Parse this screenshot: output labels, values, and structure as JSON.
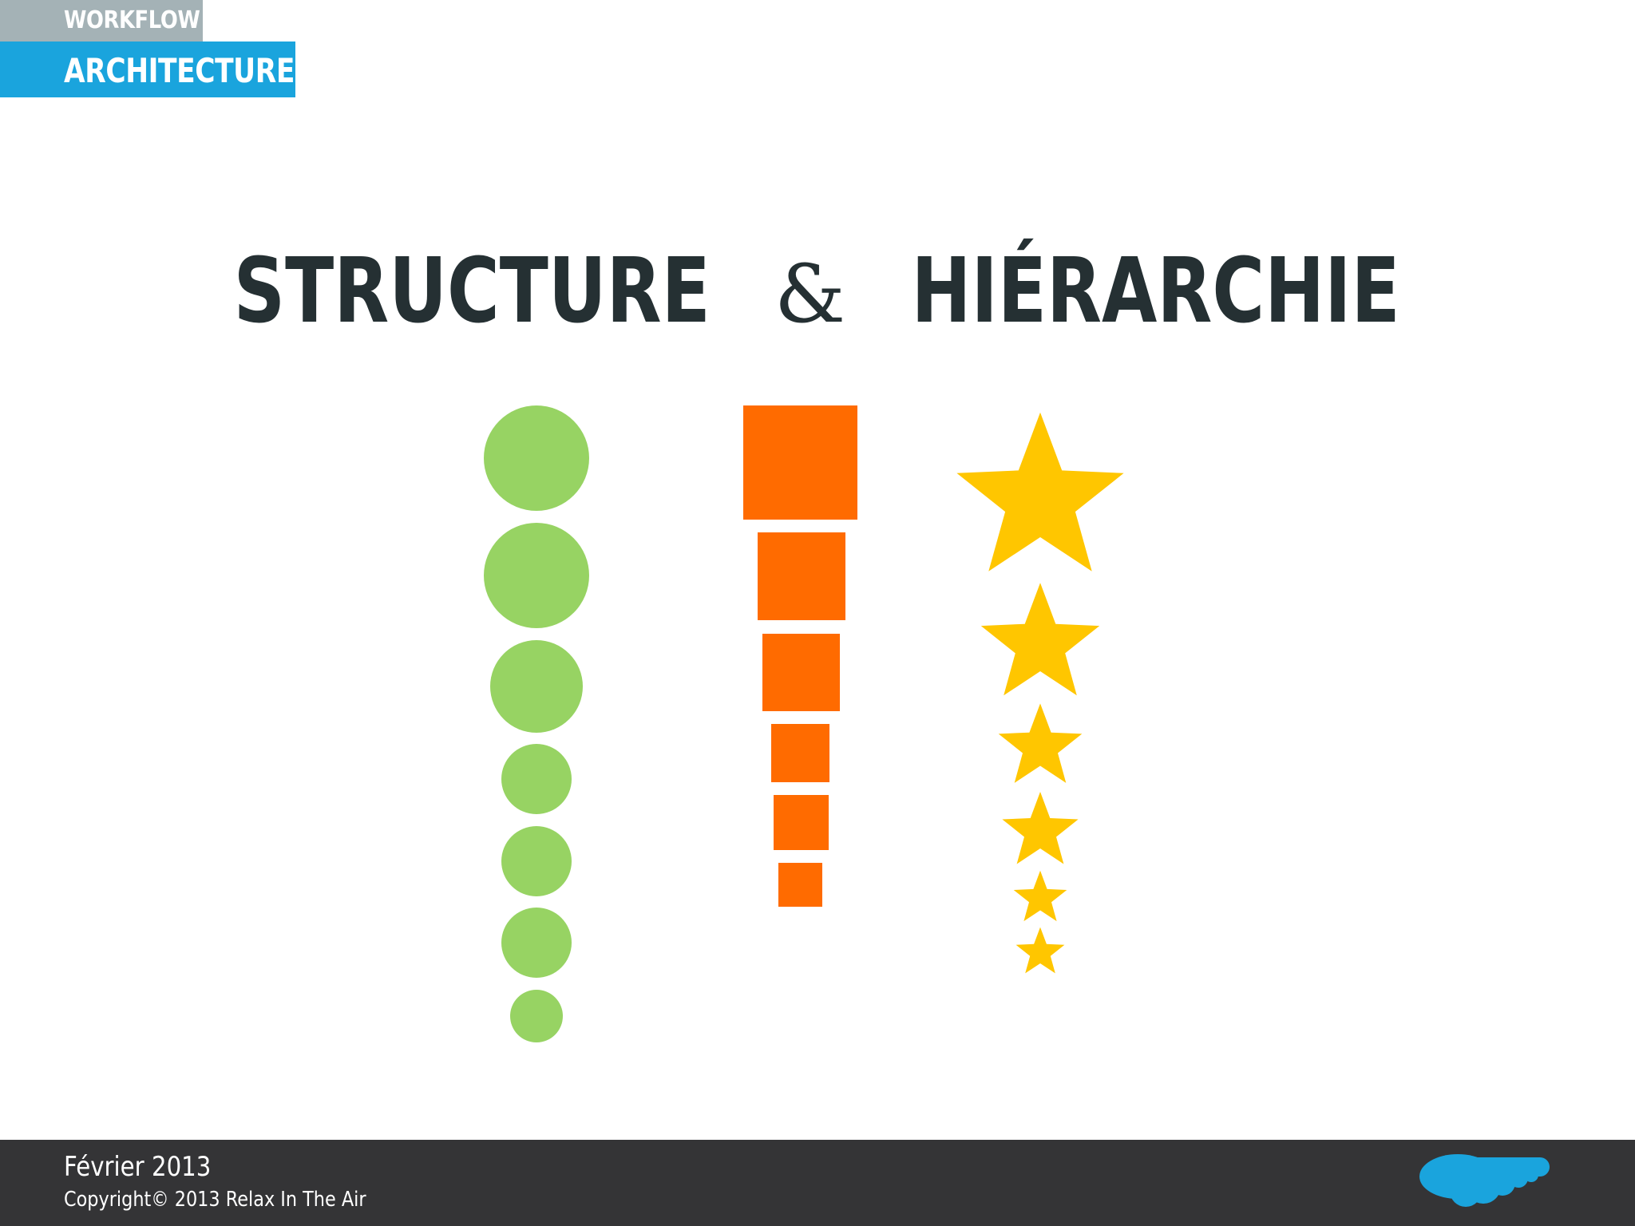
{
  "header": {
    "section_label": "WORKFLOW",
    "subsection_label": "ARCHITECTURE"
  },
  "title": {
    "part1": "STRUCTURE",
    "amp": "&",
    "part2": "HIÉRARCHIE"
  },
  "illustration": {
    "circle_color": "#97d363",
    "square_color": "#ff6b00",
    "star_color": "#ffc600"
  },
  "footer": {
    "date": "Février 2013",
    "copyright": "Copyright© 2013 Relax In The Air",
    "logo_color": "#1aa4dd"
  },
  "colors": {
    "workflow_tag": "#a4b2b6",
    "architecture_tag": "#1aa4dd",
    "title_text": "#253033",
    "footer_bg": "#343436"
  }
}
